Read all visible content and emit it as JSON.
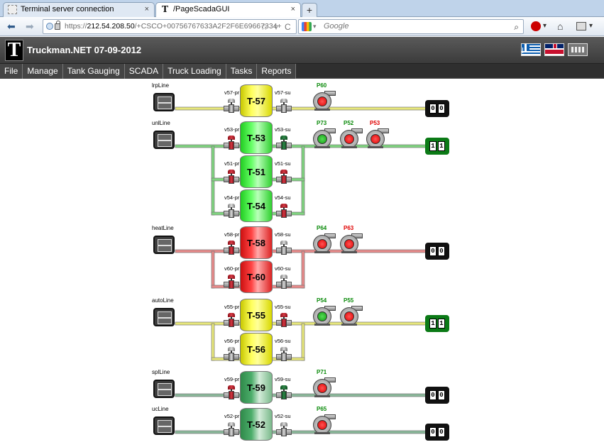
{
  "browser": {
    "tabs": [
      {
        "title": "Terminal server connection",
        "active": false
      },
      {
        "title": "/PageScadaGUI",
        "active": true
      }
    ],
    "new_tab": "+",
    "url": {
      "scheme": "https://",
      "host": "212.54.208.50",
      "rest": "/+CSCO+00756767633A2F2F6E69667334+"
    },
    "search_placeholder": "Google"
  },
  "app": {
    "logo": "T",
    "title": "Truckman.NET  07-09-2012",
    "menu": [
      "File",
      "Manage",
      "Tank Gauging",
      "SCADA",
      "Truck Loading",
      "Tasks",
      "Reports"
    ]
  },
  "colors": {
    "yellow_line": "#e6e67a",
    "green_line": "#7fd47f",
    "red_line": "#e88a8a",
    "dkgreen_line": "#8ab89a",
    "pump_red": "#e00000",
    "pump_green": "#159c15",
    "label_green": "#0a8a0a",
    "label_red": "#e00000"
  },
  "lines": [
    {
      "name": "lrpLine",
      "dispenser": [
        "0",
        "0"
      ],
      "dispenser_active": false
    },
    {
      "name": "unlLine",
      "dispenser": [
        "1",
        "1"
      ],
      "dispenser_active": true
    },
    {
      "name": "heatLine",
      "dispenser": [
        "0",
        "0"
      ],
      "dispenser_active": false
    },
    {
      "name": "autoLine",
      "dispenser": [
        "1",
        "1"
      ],
      "dispenser_active": true
    },
    {
      "name": "splLine",
      "dispenser": [
        "0",
        "0"
      ],
      "dispenser_active": false
    },
    {
      "name": "ucLine",
      "dispenser": [
        "0",
        "0"
      ],
      "dispenser_active": false
    }
  ],
  "tanks": [
    {
      "label": "T-57",
      "color": "yellow",
      "in_valve": "v57-pr",
      "in_state": "gray",
      "out_valve": "v57-su",
      "out_state": "gray"
    },
    {
      "label": "T-53",
      "color": "green",
      "in_valve": "v53-pr",
      "in_state": "red",
      "out_valve": "v53-su",
      "out_state": "dkgreen"
    },
    {
      "label": "T-51",
      "color": "green",
      "in_valve": "v51-pr",
      "in_state": "red",
      "out_valve": "v51-su",
      "out_state": "red"
    },
    {
      "label": "T-54",
      "color": "green",
      "in_valve": "v54-pr",
      "in_state": "gray",
      "out_valve": "v54-su",
      "out_state": "red"
    },
    {
      "label": "T-58",
      "color": "red",
      "in_valve": "v58-pr",
      "in_state": "red",
      "out_valve": "v58-su",
      "out_state": "gray"
    },
    {
      "label": "T-60",
      "color": "red",
      "in_valve": "v60-pr",
      "in_state": "red",
      "out_valve": "v60-su",
      "out_state": "gray"
    },
    {
      "label": "T-55",
      "color": "yellow",
      "in_valve": "v55-pr",
      "in_state": "red",
      "out_valve": "v55-su",
      "out_state": "red"
    },
    {
      "label": "T-56",
      "color": "yellow",
      "in_valve": "v56-pr",
      "in_state": "gray",
      "out_valve": "v56-su",
      "out_state": "gray"
    },
    {
      "label": "T-59",
      "color": "dkgreen",
      "in_valve": "v59-pr",
      "in_state": "red",
      "out_valve": "v59-su",
      "out_state": "dkgreen"
    },
    {
      "label": "T-52",
      "color": "dkgreen",
      "in_valve": "v52-pr",
      "in_state": "gray",
      "out_valve": "v52-su",
      "out_state": "gray"
    }
  ],
  "pumps": [
    {
      "label": "P60",
      "state": "red",
      "label_color": "green"
    },
    {
      "label": "P73",
      "state": "green",
      "label_color": "green"
    },
    {
      "label": "P52",
      "state": "red",
      "label_color": "green"
    },
    {
      "label": "P53",
      "state": "red",
      "label_color": "red"
    },
    {
      "label": "P64",
      "state": "red",
      "label_color": "green"
    },
    {
      "label": "P63",
      "state": "red",
      "label_color": "red"
    },
    {
      "label": "P54",
      "state": "green",
      "label_color": "green"
    },
    {
      "label": "P55",
      "state": "red",
      "label_color": "green"
    },
    {
      "label": "P71",
      "state": "red",
      "label_color": "green"
    },
    {
      "label": "P65",
      "state": "red",
      "label_color": "green"
    }
  ]
}
